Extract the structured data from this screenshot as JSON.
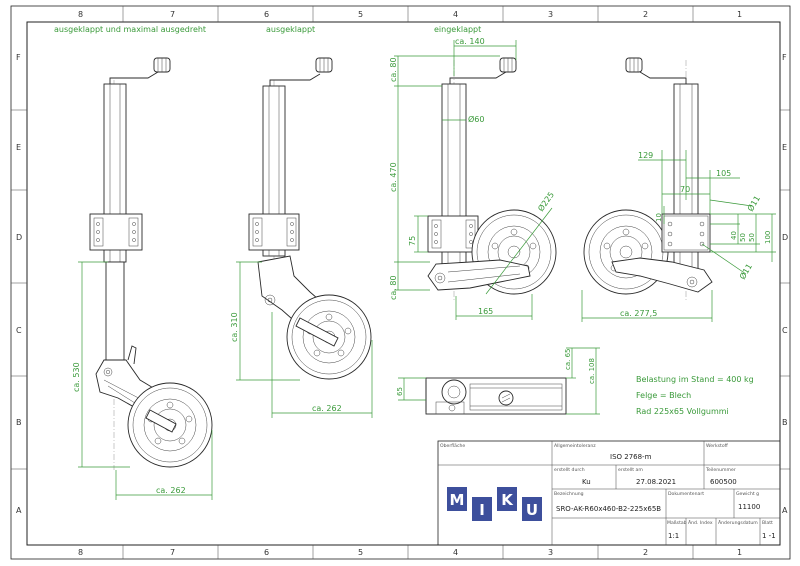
{
  "views": {
    "view1_title": "ausgeklappt und maximal ausgedreht",
    "view2_title": "ausgeklappt",
    "view3_title": "eingeklappt"
  },
  "dimensions": {
    "v1_height": "ca. 530",
    "v1_width": "ca. 262",
    "v2_height": "ca. 310",
    "v2_width": "ca. 262",
    "v3_crank": "ca. 140",
    "v3_top": "ca. 80",
    "v3_tube_dia": "Ø60",
    "v3_height": "ca. 470",
    "v3_wheel_dia": "Ø225",
    "v3_clamp": "75",
    "v3_bottom": "ca. 80",
    "v3_width": "165",
    "v4_129": "129",
    "v4_105": "105",
    "v4_70": "70",
    "v4_hole_top": "Ø11",
    "v4_hole_bottom": "Ø11",
    "v4_10": "10",
    "v4_40": "40",
    "v4_50": "50",
    "v4_50b": "50",
    "v4_100": "100",
    "v4_width": "ca. 277,5",
    "v5_65": "ca. 65",
    "v5_108": "ca. 108",
    "v5_side": "65"
  },
  "notes": {
    "line1": "Belastung im Stand = 400 kg",
    "line2": "Felge = Blech",
    "line3": "Rad 225x65 Vollgummi"
  },
  "grid": {
    "columns": [
      "8",
      "7",
      "6",
      "5",
      "4",
      "3",
      "2",
      "1"
    ],
    "rows": [
      "F",
      "E",
      "D",
      "C",
      "B",
      "A"
    ]
  },
  "title_block": {
    "logo_letters": [
      "M",
      "I",
      "K",
      "U"
    ],
    "surface_label": "Oberfläche",
    "tolerance_label": "Allgemeintoleranz",
    "tolerance_value": "ISO 2768-m",
    "material_label": "Werkstoff",
    "author_label": "erstellt durch",
    "author_value": "Ku",
    "date_label": "erstellt am",
    "date_value": "27.08.2021",
    "part_no_label": "Teilenummer",
    "part_no_value": "600500",
    "designation_label": "Bezeichnung",
    "designation_value": "SRO-AK-R60x460-B2-225x65B",
    "doctype_label": "Dokumentenart",
    "weight_label": "Gewicht g",
    "weight_value": "11100",
    "scale_label": "Maßstab",
    "scale_value": "1:1",
    "change_idx_label": "Änd. Index",
    "change_date_label": "Änderungsdatum",
    "sheet_label": "Blatt",
    "sheet_value": "1 -1"
  },
  "colors": {
    "dimension": "#3a9a3a",
    "logo_box": "#3d4f9c"
  }
}
